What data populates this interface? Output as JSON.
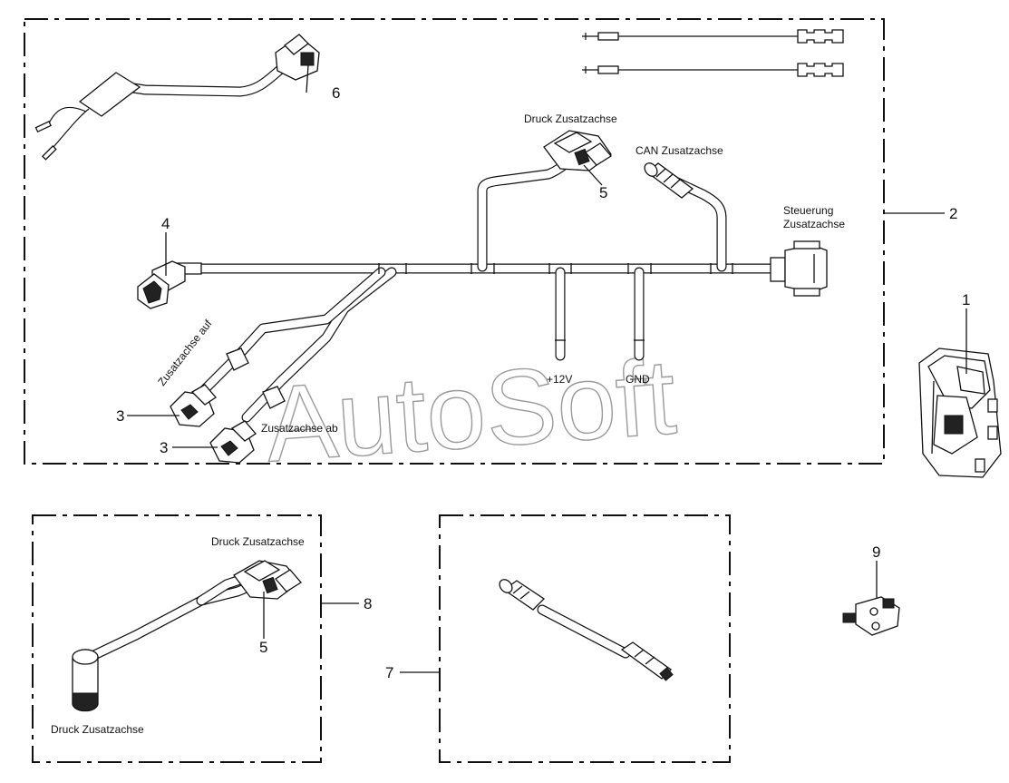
{
  "watermark": "AutoSoft",
  "callouts": {
    "c1": "1",
    "c2": "2",
    "c3a": "3",
    "c3b": "3",
    "c4": "4",
    "c5a": "5",
    "c5b": "5",
    "c6": "6",
    "c7": "7",
    "c8": "8",
    "c9": "9"
  },
  "labels": {
    "druck_main": "Druck Zusatzachse",
    "can": "CAN Zusatzachse",
    "steuerung_l1": "Steuerung",
    "steuerung_l2": "Zusatzachse",
    "plus12v": "+12V",
    "gnd": "GND",
    "auf": "Zusatzachse auf",
    "ab": "Zusatzachse ab",
    "druck_kit_top": "Druck Zusatzachse",
    "druck_kit_bottom": "Druck Zusatzachse"
  }
}
